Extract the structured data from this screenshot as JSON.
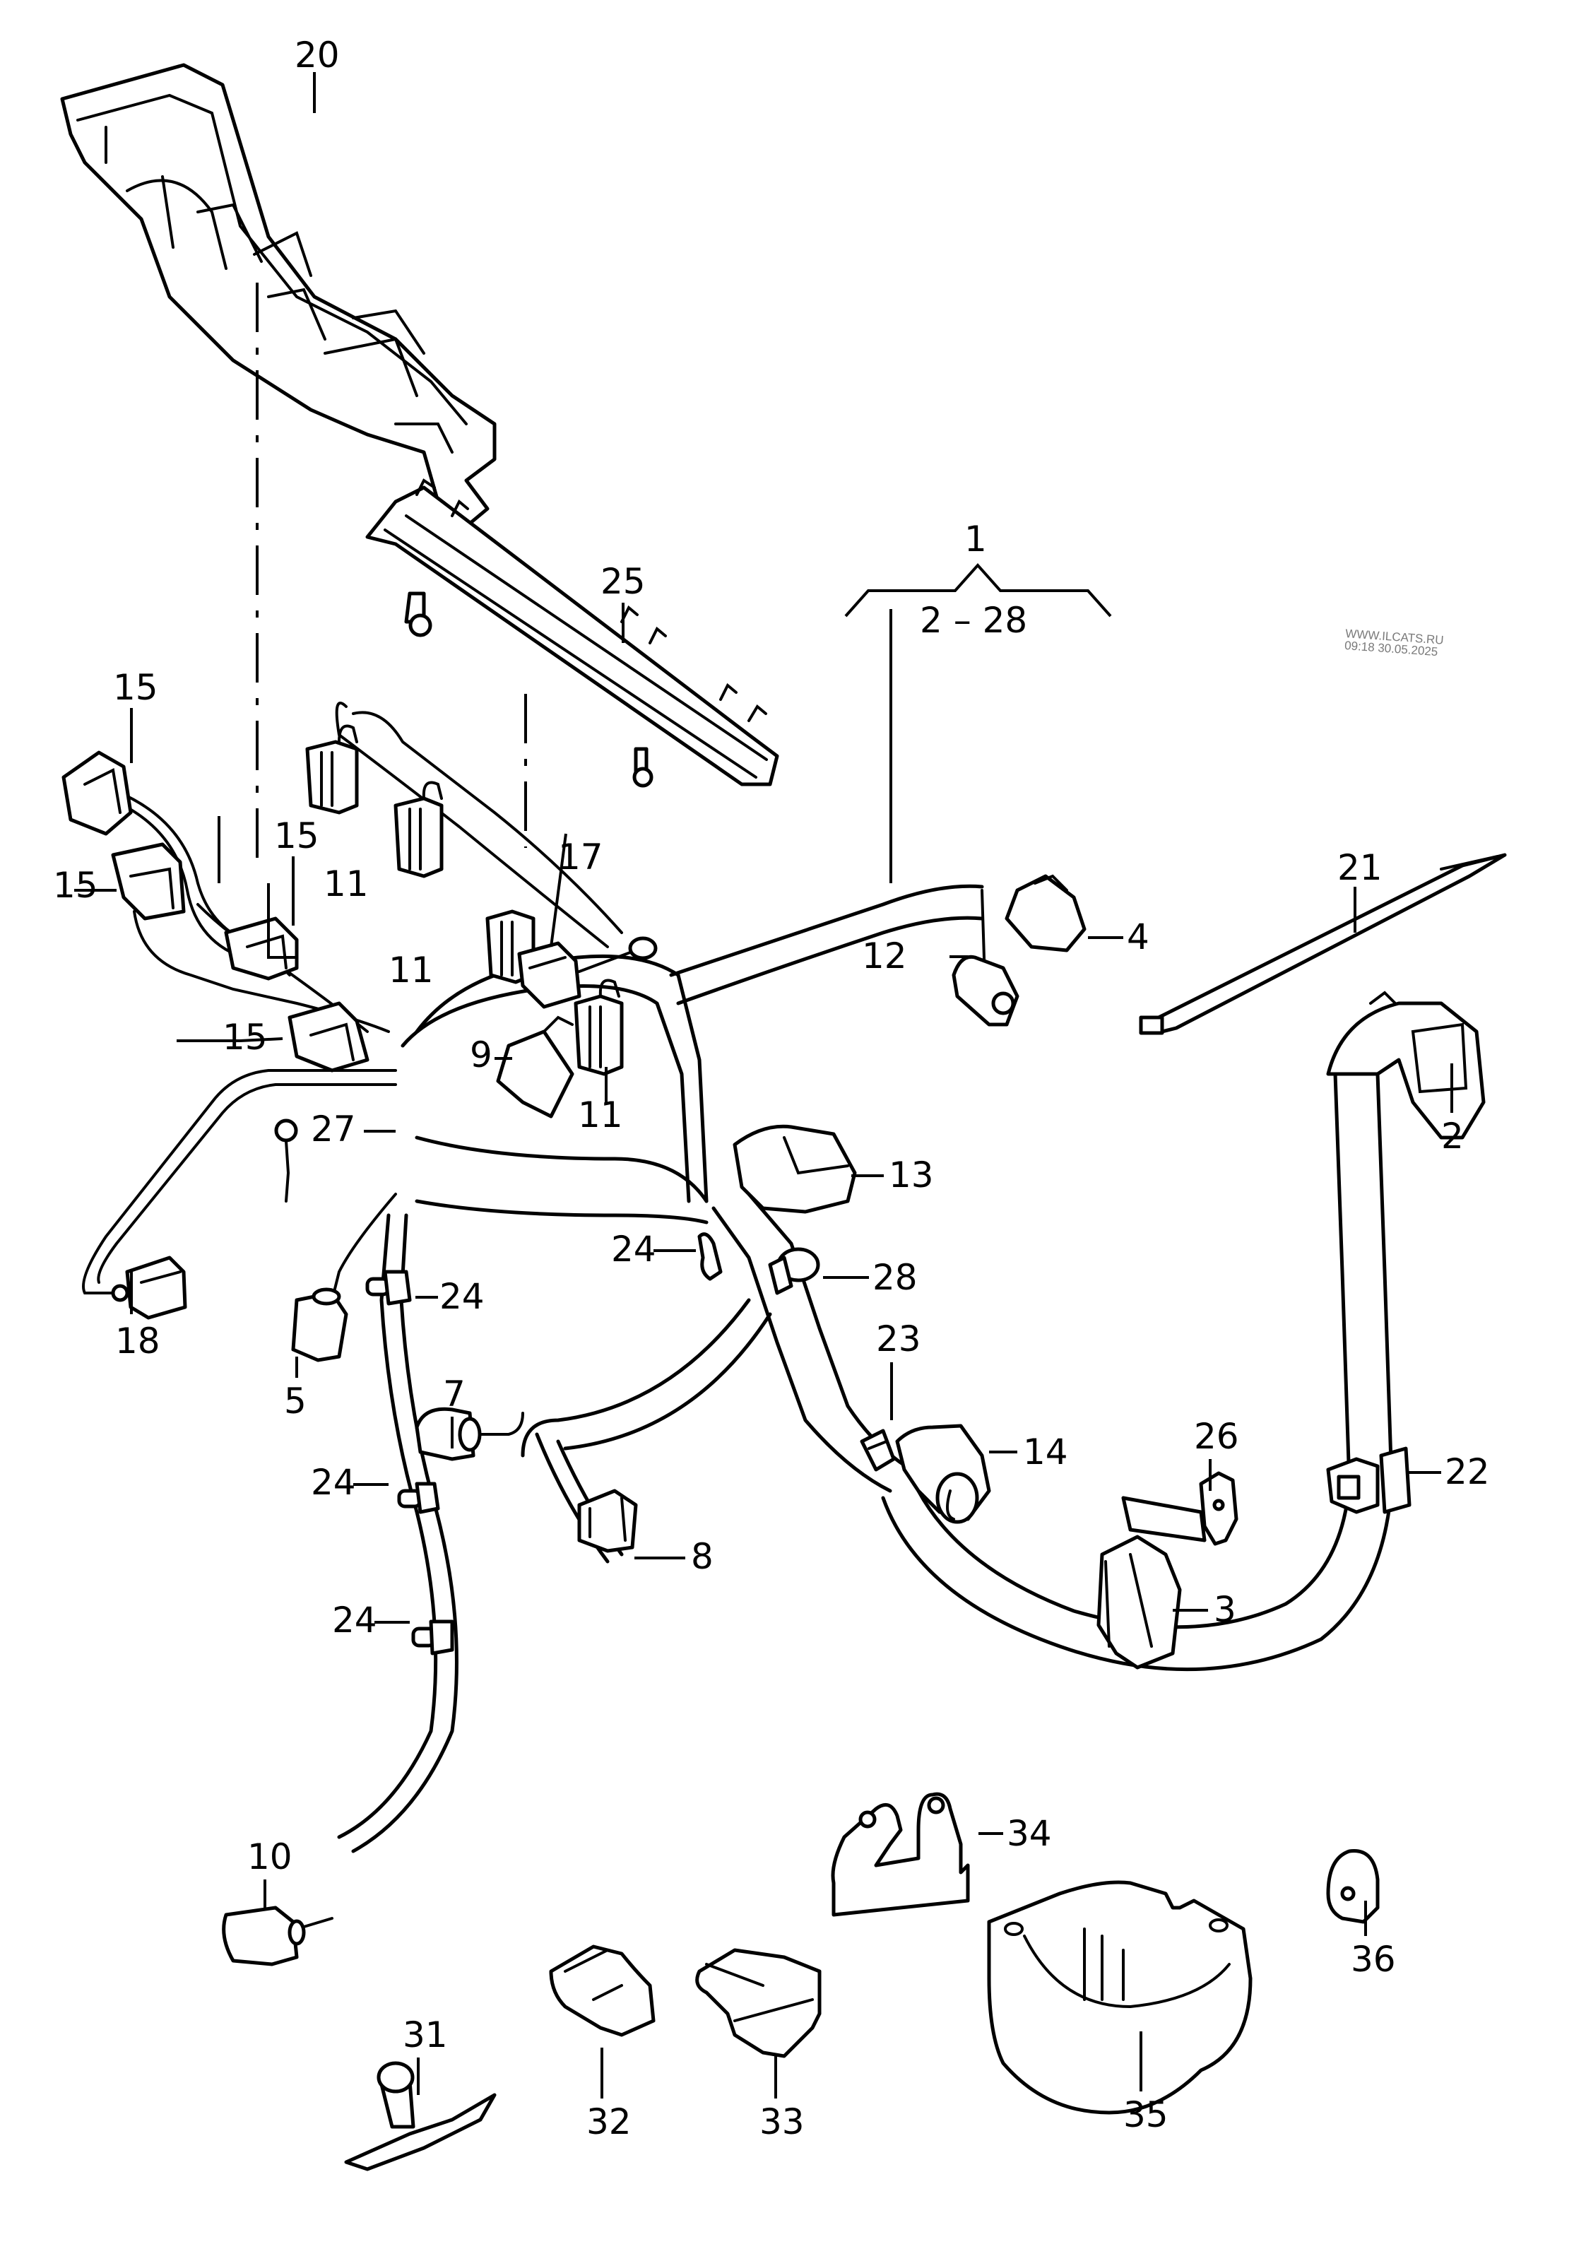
{
  "watermark": {
    "site": "WWW.ILCATS.RU",
    "timestamp": "09:18 30.05.2025"
  },
  "assembly": {
    "label": "1",
    "range": "2 – 28"
  },
  "callouts": [
    {
      "id": "c20",
      "text": "20",
      "part": "cover-tray"
    },
    {
      "id": "c25",
      "text": "25",
      "part": "connector-holder-rail"
    },
    {
      "id": "c15a",
      "text": "15",
      "part": "connector"
    },
    {
      "id": "c15b",
      "text": "15",
      "part": "connector"
    },
    {
      "id": "c15c",
      "text": "15",
      "part": "connector"
    },
    {
      "id": "c15d",
      "text": "15",
      "part": "connector"
    },
    {
      "id": "c11a",
      "text": "11",
      "part": "injector-connector"
    },
    {
      "id": "c11b",
      "text": "11",
      "part": "injector-connector"
    },
    {
      "id": "c11c",
      "text": "11",
      "part": "injector-connector"
    },
    {
      "id": "c17",
      "text": "17",
      "part": "connector"
    },
    {
      "id": "c9",
      "text": "9",
      "part": "connector"
    },
    {
      "id": "c4",
      "text": "4",
      "part": "connector"
    },
    {
      "id": "c12",
      "text": "12",
      "part": "sensor-connector"
    },
    {
      "id": "c21",
      "text": "21",
      "part": "cable-tie"
    },
    {
      "id": "c2",
      "text": "2",
      "part": "connector-bracket"
    },
    {
      "id": "c13",
      "text": "13",
      "part": "connector"
    },
    {
      "id": "c27",
      "text": "27",
      "part": "ring-terminal"
    },
    {
      "id": "c24a",
      "text": "24",
      "part": "clip"
    },
    {
      "id": "c24b",
      "text": "24",
      "part": "clip"
    },
    {
      "id": "c24c",
      "text": "24",
      "part": "clip"
    },
    {
      "id": "c24d",
      "text": "24",
      "part": "clip"
    },
    {
      "id": "c28",
      "text": "28",
      "part": "clip"
    },
    {
      "id": "c18",
      "text": "18",
      "part": "connector"
    },
    {
      "id": "c5",
      "text": "5",
      "part": "connector"
    },
    {
      "id": "c7",
      "text": "7",
      "part": "connector"
    },
    {
      "id": "c23",
      "text": "23",
      "part": "clip"
    },
    {
      "id": "c14",
      "text": "14",
      "part": "connector"
    },
    {
      "id": "c26",
      "text": "26",
      "part": "bracket"
    },
    {
      "id": "c22",
      "text": "22",
      "part": "holder"
    },
    {
      "id": "c3",
      "text": "3",
      "part": "connector"
    },
    {
      "id": "c8",
      "text": "8",
      "part": "connector"
    },
    {
      "id": "c10",
      "text": "10",
      "part": "connector"
    },
    {
      "id": "c34",
      "text": "34",
      "part": "bracket"
    },
    {
      "id": "c36",
      "text": "36",
      "part": "p-clip"
    },
    {
      "id": "c31",
      "text": "31",
      "part": "stud-clip"
    },
    {
      "id": "c32",
      "text": "32",
      "part": "clip"
    },
    {
      "id": "c33",
      "text": "33",
      "part": "clip"
    },
    {
      "id": "c35",
      "text": "35",
      "part": "cover-cap"
    }
  ]
}
